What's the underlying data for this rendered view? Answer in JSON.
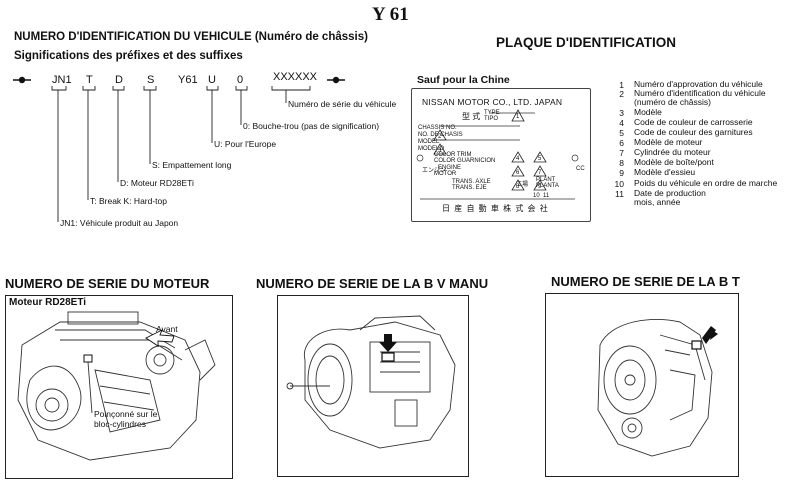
{
  "page": {
    "title": "Y 61",
    "vin_heading": "NUMERO D'IDENTIFICATION DU VEHICULE",
    "vin_heading_paren": "(Numéro de châssis)",
    "vin_subheading": "Significations des préfixes et des suffixes",
    "plate_heading": "PLAQUE D'IDENTIFICATION"
  },
  "vin": {
    "codes": [
      "JN1",
      "T",
      "D",
      "S",
      "Y61",
      "U",
      "0",
      "XXXXXX"
    ],
    "labels": {
      "serial": "Numéro de série du véhicule",
      "zero": "0: Bouche-trou (pas de signification)",
      "u": "U: Pour l'Europe",
      "s": "S: Empattement long",
      "d": "D: Moteur RD28ETi",
      "t": "T: Break   K: Hard-top",
      "jn1": "JN1: Véhicule produit au Japon"
    }
  },
  "plate": {
    "caption": "Sauf pour la Chine",
    "maker": "NISSAN MOTOR CO., LTD. JAPAN",
    "type_jp": "型 式",
    "type_tag": "TYPE",
    "tipo_tag": "TIPO",
    "chassis_lines": [
      "CHASSIS NO.",
      "NO. DE CHASIS",
      "MODEL",
      "MODELO"
    ],
    "color_trim": "COLOR TRIM",
    "color_guarnicion": "COLOR GUARNICION",
    "engine_jp": "エンジン",
    "engine": "ENGINE",
    "motor": "MOTOR",
    "trans_axle": "TRANS. AXLE",
    "trans_eje": "TRANS. EJE",
    "plant_jp": "工場",
    "plant": "PLANT",
    "planta": "PLANTA",
    "cc": "CC",
    "footer_jp": "日 産 自 動 車 株 式 会 社",
    "badges": [
      "1",
      "2",
      "3",
      "4",
      "5",
      "6",
      "7",
      "8",
      "9",
      "10",
      "11"
    ]
  },
  "legend": [
    {
      "n": "1",
      "text": "Numéro d'approvation du véhicule"
    },
    {
      "n": "2",
      "text": "Numéro d'identification du véhicule"
    },
    {
      "n": "",
      "text": "(numéro de châssis)"
    },
    {
      "n": "3",
      "text": "Modèle"
    },
    {
      "n": "4",
      "text": "Code de couleur de carrosserie"
    },
    {
      "n": "5",
      "text": "Code de couleur des garnitures"
    },
    {
      "n": "6",
      "text": "Modèle de moteur"
    },
    {
      "n": "7",
      "text": "Cylindrée du moteur"
    },
    {
      "n": "8",
      "text": "Modèle de boîte/pont"
    },
    {
      "n": "9",
      "text": "Modèle d'essieu"
    },
    {
      "n": "10",
      "text": "Poids du véhicule en ordre de marche"
    },
    {
      "n": "11",
      "text": "Date de production"
    },
    {
      "n": "",
      "text": "mois, année"
    }
  ],
  "panels": {
    "engine": {
      "heading": "NUMERO DE SERIE DU MOTEUR",
      "caption": "Moteur RD28ETi",
      "front_label": "Avant",
      "stamp_label_1": "Poinçonné sur le",
      "stamp_label_2": "bloc-cylindres"
    },
    "manual": {
      "heading": "NUMERO DE SERIE DE LA B V  MANU"
    },
    "transfer": {
      "heading": "NUMERO DE SERIE DE LA B T"
    }
  }
}
